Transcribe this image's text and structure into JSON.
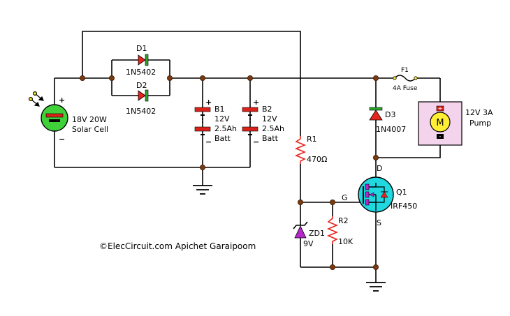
{
  "colors": {
    "wire": "#000000",
    "junction": "#7a3a10",
    "diode_red": "#e8231a",
    "diode_green": "#2aa52a",
    "battery_red": "#d9231a",
    "solar_green": "#3fd03a",
    "resistor": "#e8231a",
    "mosfet_fill": "#1fd8e0",
    "zener": "#b328c8",
    "pump_fill": "#f4d3ec",
    "motor_yellow": "#ffee33"
  },
  "diagram": {
    "d1": {
      "name": "D1",
      "part": "1N5402"
    },
    "d2": {
      "name": "D2",
      "part": "1N5402"
    },
    "b1": {
      "name": "B1",
      "voltage": "12V",
      "capacity": "2.5Ah",
      "kind": "Batt"
    },
    "b2": {
      "name": "B2",
      "voltage": "12V",
      "capacity": "2.5Ah",
      "kind": "Batt"
    },
    "solar": {
      "line1": "18V 20W",
      "line2": "Solar Cell",
      "plus": "+",
      "minus": "−"
    },
    "fuse": {
      "name": "F1",
      "rating": "4A Fuse"
    },
    "d3": {
      "name": "D3",
      "part": "1N4007"
    },
    "pump": {
      "line1": "12V 3A",
      "line2": "Pump",
      "motor": "M",
      "plus": "+",
      "minus": "-"
    },
    "r1": {
      "name": "R1",
      "value": "470Ω"
    },
    "r2": {
      "name": "R2",
      "value": "10K"
    },
    "zd1": {
      "name": "ZD1",
      "value": "9V"
    },
    "q1": {
      "name": "Q1",
      "part": "IRF450",
      "gate": "G",
      "drain": "D",
      "source": "S"
    },
    "battery_plus": "+",
    "battery_minus": "−",
    "credit": "©ElecCircuit.com Apichet Garaipoom"
  }
}
